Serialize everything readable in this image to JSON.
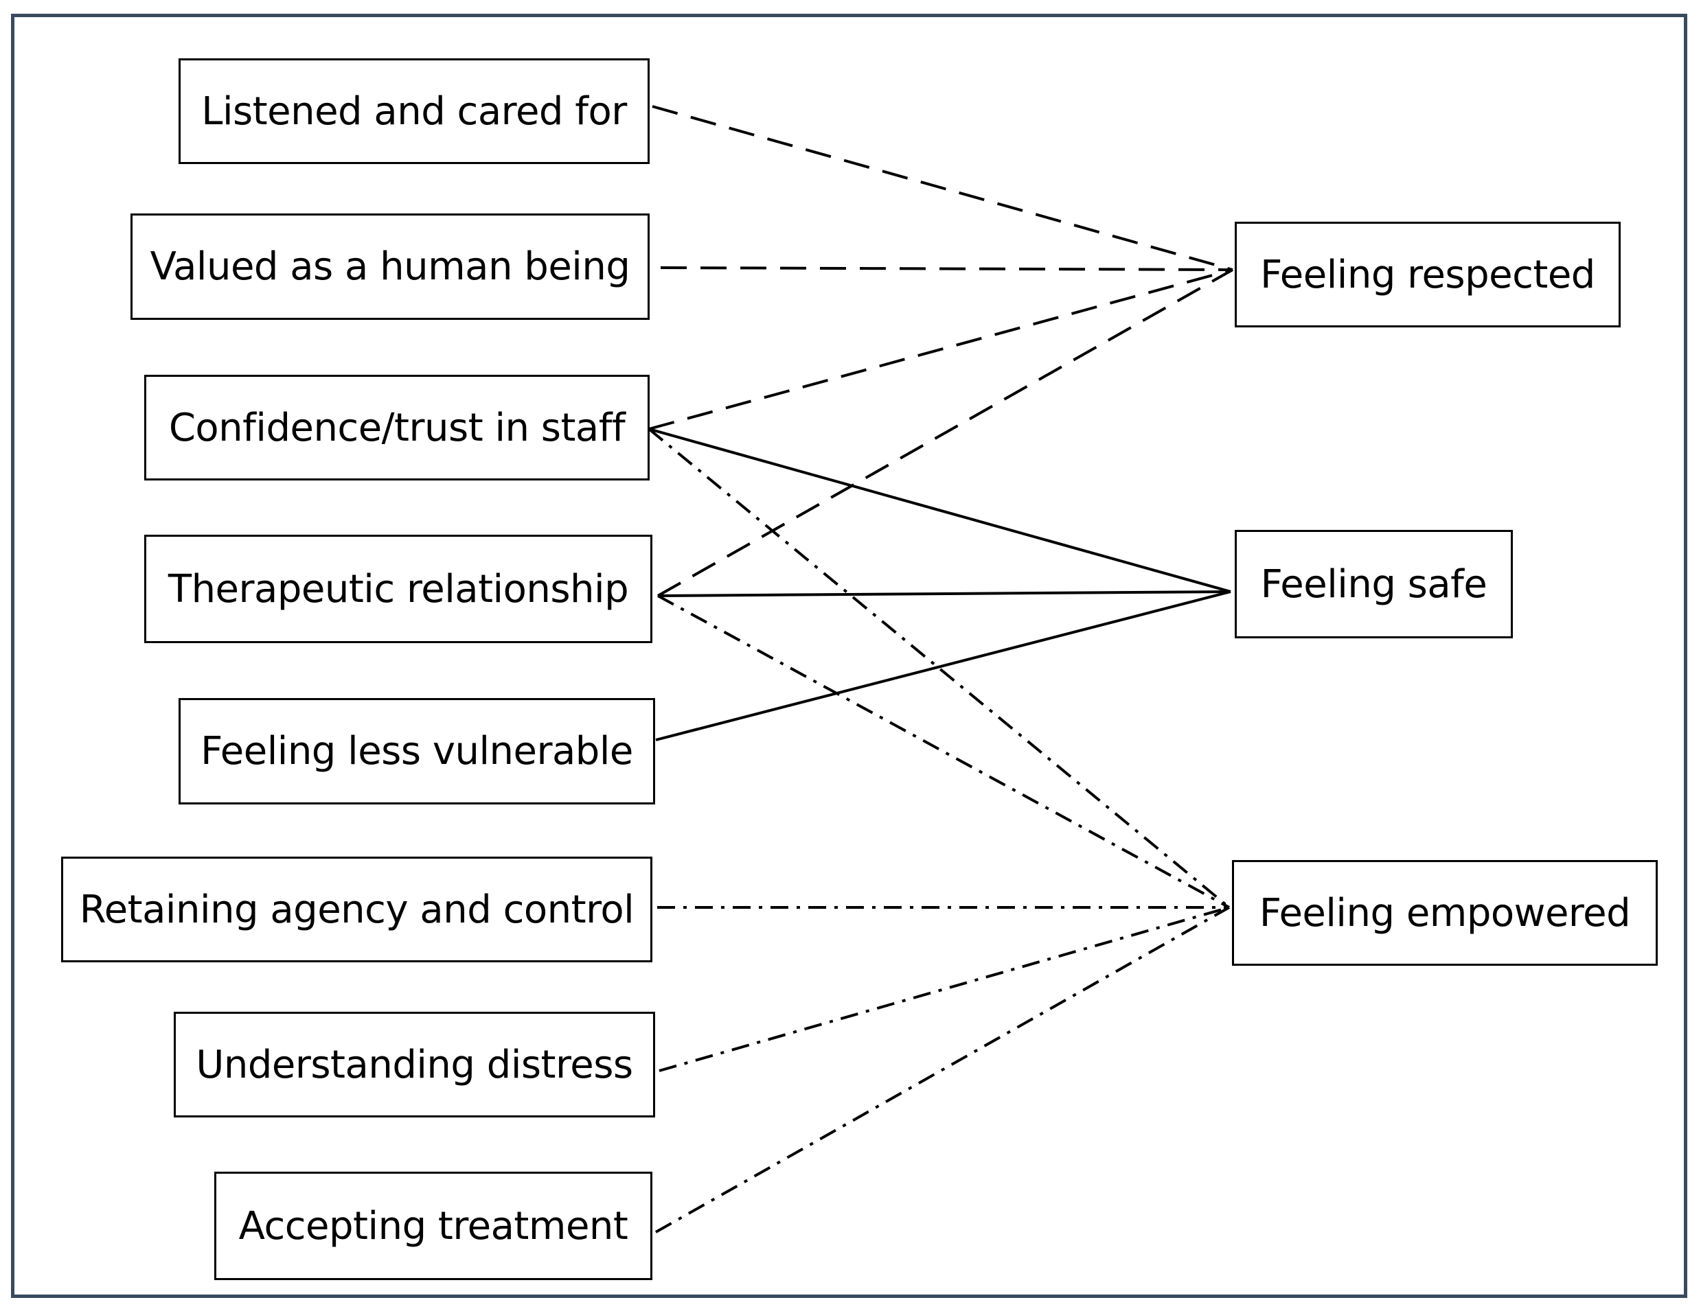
{
  "diagram": {
    "sources": [
      {
        "id": "listened",
        "label": "Listened and cared for"
      },
      {
        "id": "valued",
        "label": "Valued as a human being"
      },
      {
        "id": "confidence",
        "label": "Confidence/trust in staff"
      },
      {
        "id": "therapeutic",
        "label": "Therapeutic relationship"
      },
      {
        "id": "vulnerable",
        "label": "Feeling less vulnerable"
      },
      {
        "id": "agency",
        "label": "Retaining agency and control"
      },
      {
        "id": "distress",
        "label": "Understanding distress"
      },
      {
        "id": "treatment",
        "label": "Accepting treatment"
      }
    ],
    "targets": [
      {
        "id": "respected",
        "label": "Feeling respected"
      },
      {
        "id": "safe",
        "label": "Feeling safe"
      },
      {
        "id": "empowered",
        "label": "Feeling empowered"
      }
    ],
    "links": [
      {
        "from": "listened",
        "to": "respected",
        "style": "dashed"
      },
      {
        "from": "valued",
        "to": "respected",
        "style": "dashed"
      },
      {
        "from": "confidence",
        "to": "respected",
        "style": "dashed"
      },
      {
        "from": "therapeutic",
        "to": "respected",
        "style": "dashed"
      },
      {
        "from": "confidence",
        "to": "safe",
        "style": "solid"
      },
      {
        "from": "therapeutic",
        "to": "safe",
        "style": "solid"
      },
      {
        "from": "vulnerable",
        "to": "safe",
        "style": "solid"
      },
      {
        "from": "confidence",
        "to": "empowered",
        "style": "dash-dot"
      },
      {
        "from": "therapeutic",
        "to": "empowered",
        "style": "dash-dot"
      },
      {
        "from": "agency",
        "to": "empowered",
        "style": "dash-dot"
      },
      {
        "from": "distress",
        "to": "empowered",
        "style": "dash-dot"
      },
      {
        "from": "treatment",
        "to": "empowered",
        "style": "dash-dot"
      }
    ]
  },
  "colors": {
    "frame_border": "#3a4a5e",
    "line": "#000000",
    "box_border": "#000000"
  }
}
